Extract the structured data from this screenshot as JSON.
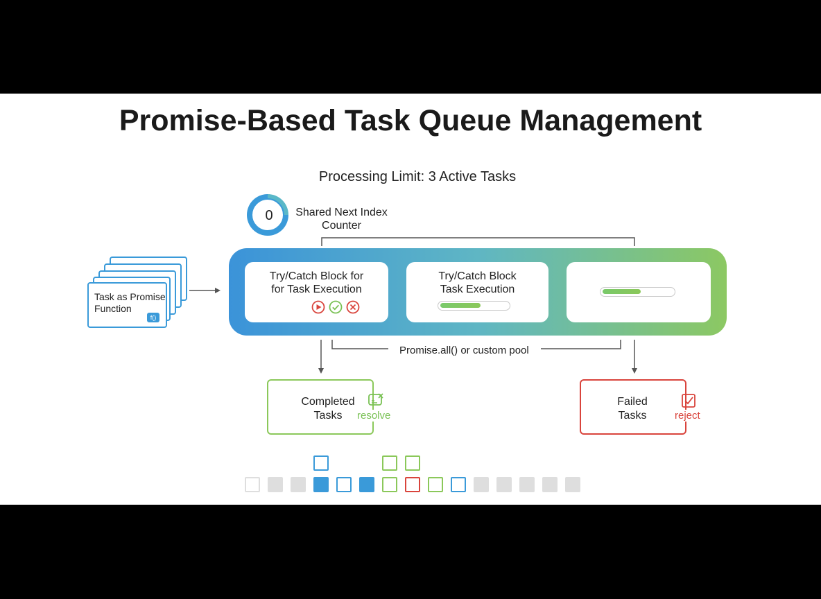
{
  "title": "Promise-Based Task Queue Management",
  "subtitle": "Processing Limit: 3 Active Tasks",
  "counter": {
    "value": "0",
    "label_line1": "Shared Next Index",
    "label_line2": "Counter",
    "fill_fraction": 0.25
  },
  "task_card": {
    "line1": "Task as Promise",
    "line2": "Function",
    "badge": "f()"
  },
  "slots": [
    {
      "line1": "Try/Catch Block for",
      "line2": "for Task Execution"
    },
    {
      "line1": "Try/Catch Block",
      "line2": "Task Execution",
      "progress": 0.6
    },
    {
      "progress": 0.55
    }
  ],
  "pool_note": "Promise.all() or custom pool",
  "completed": {
    "line1": "Completed",
    "line2": "Tasks",
    "tag": "resolve"
  },
  "failed": {
    "line1": "Failed",
    "line2": "Tasks",
    "tag": "reject"
  },
  "colors": {
    "blue": "#3a9ad9",
    "green": "#8bc85a",
    "red": "#d9443c",
    "gray": "#dedede"
  },
  "queue_cells": [
    "empty-gray",
    "filled-gray",
    "filled-gray",
    "filled-blue",
    "outline-blue",
    "filled-blue",
    "outline-green",
    "outline-red",
    "outline-green",
    "outline-blue",
    "filled-gray",
    "filled-gray",
    "filled-gray",
    "filled-gray",
    "filled-gray"
  ],
  "stacked_cells": [
    {
      "col": 3,
      "style": "outline-blue"
    },
    {
      "col": 6,
      "style": "outline-green"
    },
    {
      "col": 7,
      "style": "outline-green"
    }
  ]
}
